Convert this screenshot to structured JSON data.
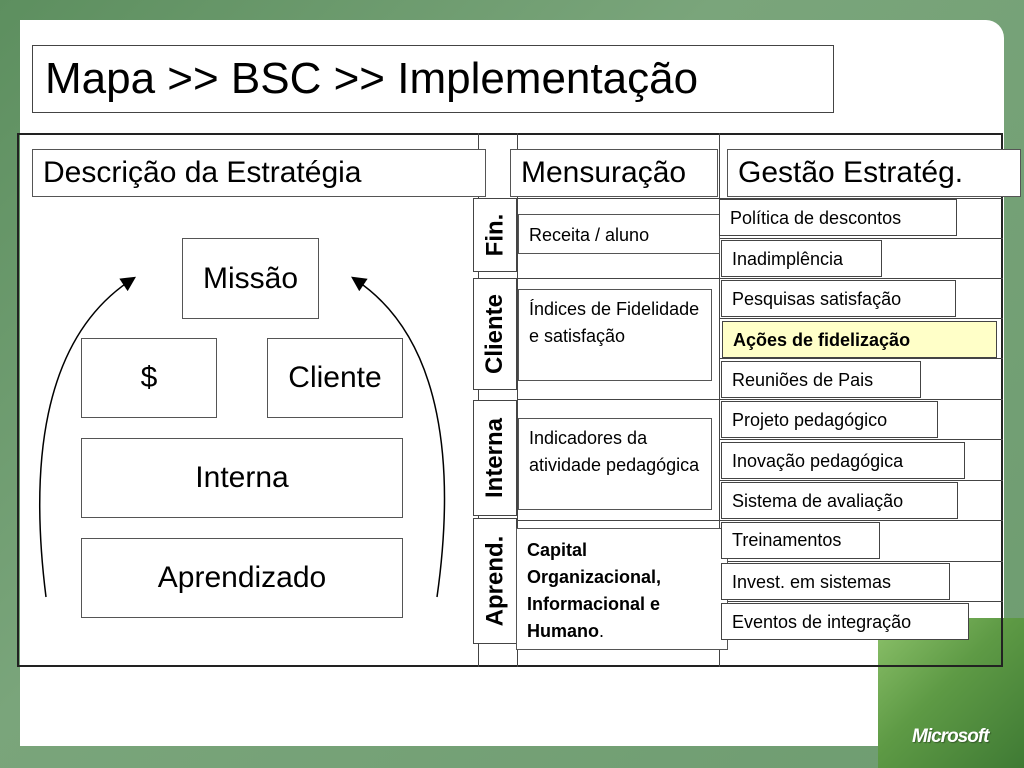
{
  "title": "Mapa >> BSC >> Implementação",
  "headers": {
    "strategy": "Descrição da Estratégia",
    "measurement": "Mensuração",
    "management": "Gestão Estratég."
  },
  "strategy_map": {
    "mission": "Missão",
    "financial": "$",
    "customer": "Cliente",
    "internal": "Interna",
    "learning": "Aprendizado"
  },
  "perspectives": [
    "Fin.",
    "Cliente",
    "Interna",
    "Aprend."
  ],
  "metrics": {
    "fin": "Receita / aluno",
    "cliente": "Índices de Fidelidade e satisfação",
    "interna": "Indicadores da atividade pedagógica",
    "aprend_bold": "Capital Organizacional, Informacional e Humano",
    "aprend_suffix": "."
  },
  "actions": [
    "Política de descontos",
    "Inadimplência",
    "Pesquisas satisfação",
    "Ações de fidelização",
    "Reuniões de Pais",
    "Projeto pedagógico",
    "Inovação pedagógica",
    "Sistema de avaliação",
    "Treinamentos",
    "Invest. em sistemas",
    "Eventos de integração"
  ],
  "highlight_color": "#ffffc8",
  "logo": "Microsoft"
}
